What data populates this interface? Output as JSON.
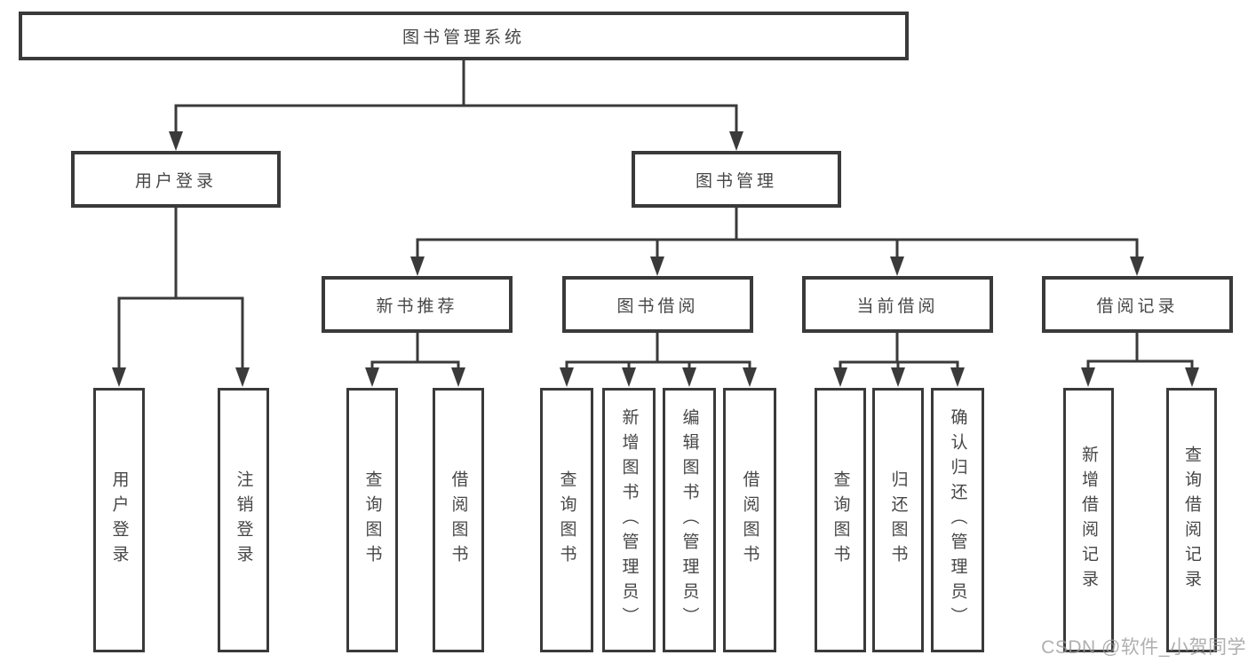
{
  "tree": {
    "label": "图书管理系统",
    "children": [
      {
        "label": "用户登录",
        "children": [
          {
            "label": "用户登录"
          },
          {
            "label": "注销登录"
          }
        ]
      },
      {
        "label": "图书管理",
        "children": [
          {
            "label": "新书推荐",
            "children": [
              {
                "label": "查询图书"
              },
              {
                "label": "借阅图书"
              }
            ]
          },
          {
            "label": "图书借阅",
            "children": [
              {
                "label": "查询图书"
              },
              {
                "label": "新增图书（管理员）"
              },
              {
                "label": "编辑图书（管理员）"
              },
              {
                "label": "借阅图书"
              }
            ]
          },
          {
            "label": "当前借阅",
            "children": [
              {
                "label": "查询图书"
              },
              {
                "label": "归还图书"
              },
              {
                "label": "确认归还（管理员）"
              }
            ]
          },
          {
            "label": "借阅记录",
            "children": [
              {
                "label": "新增借阅记录"
              },
              {
                "label": "查询借阅记录"
              }
            ]
          }
        ]
      }
    ]
  },
  "watermark": {
    "text": "CSDN @软件_小贺同学"
  },
  "colors": {
    "line": "#3a3a3a",
    "box_border": "#3a3a3a",
    "text": "#474747",
    "watermark": "#999999",
    "background": "#ffffff"
  }
}
